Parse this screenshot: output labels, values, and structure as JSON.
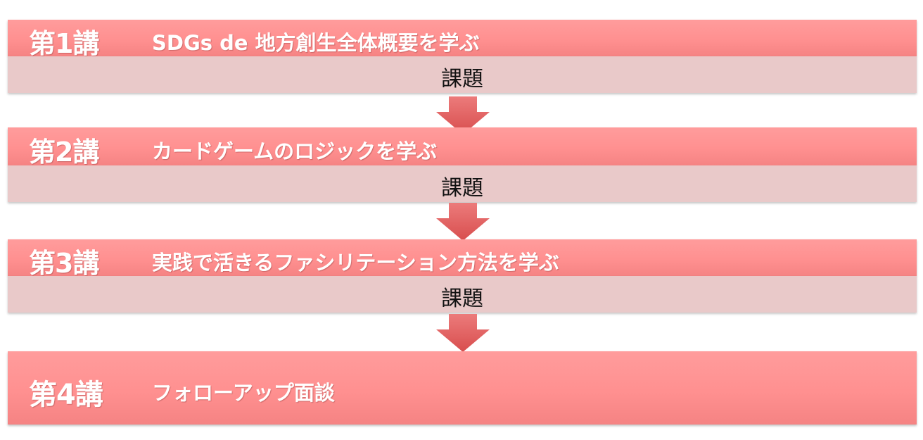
{
  "lectures": [
    {
      "number": "第1講",
      "title": "SDGs de 地方創生全体概要を学ぶ",
      "task": "課題"
    },
    {
      "number": "第2講",
      "title": "カードゲームのロジックを学ぶ",
      "task": "課題"
    },
    {
      "number": "第3講",
      "title": "実践で活きるファシリテーション方法を学ぶ",
      "task": "課題"
    },
    {
      "number": "第4講",
      "title": "フォローアップ面談"
    }
  ],
  "colors": {
    "lecture_bar": "#ff9494",
    "task_bar": "#e9c9c9",
    "arrow": "#e26262"
  }
}
